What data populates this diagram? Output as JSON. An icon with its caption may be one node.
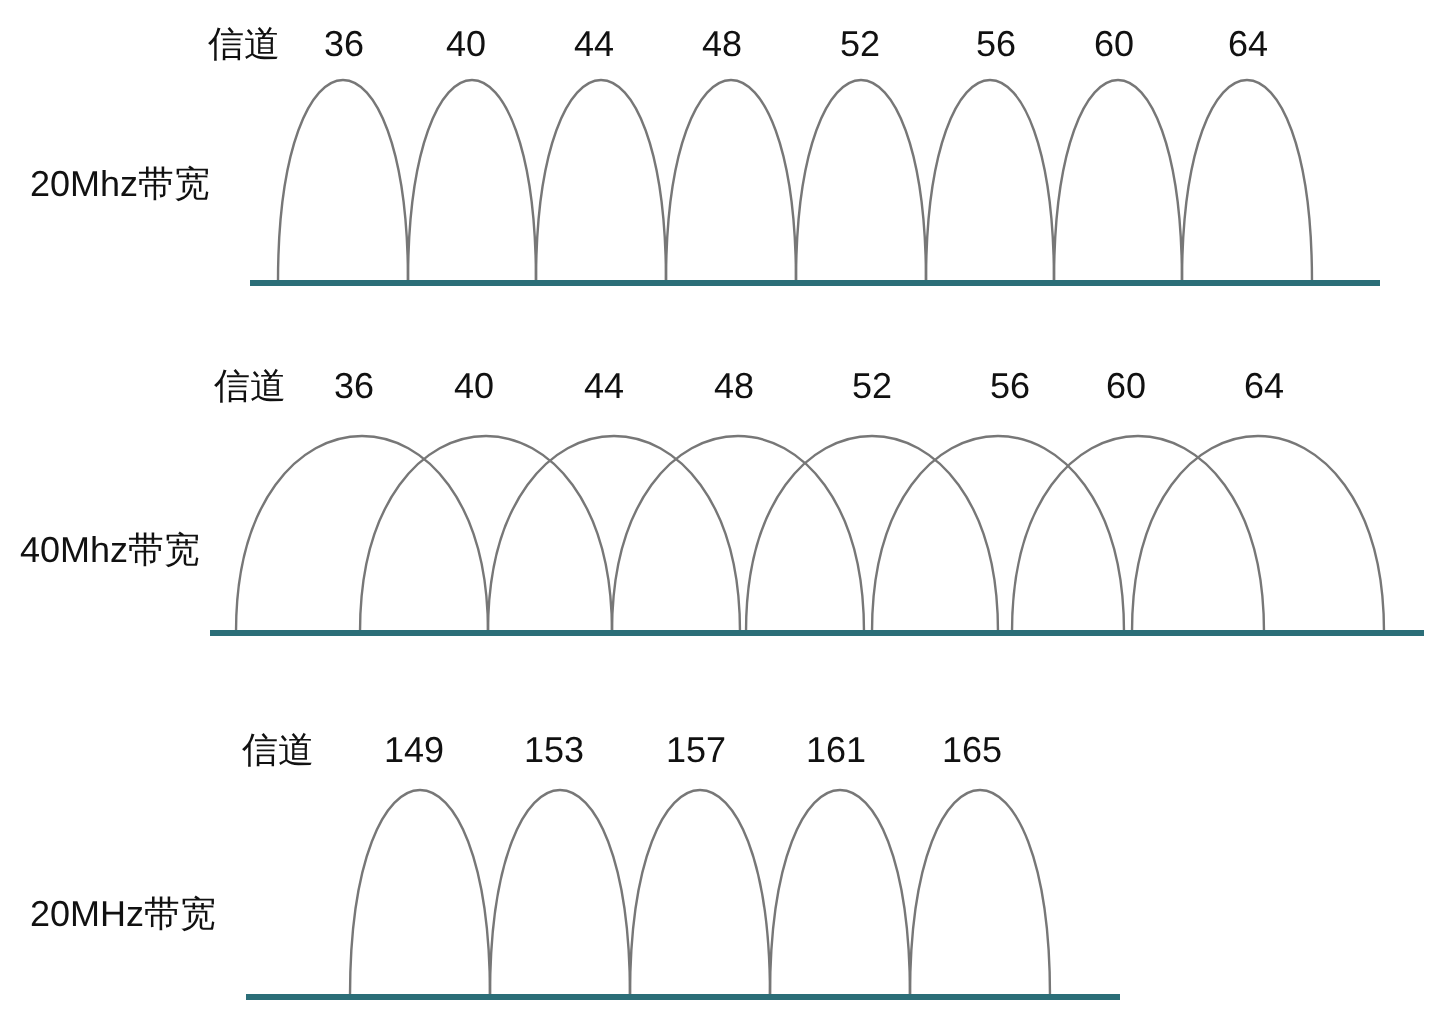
{
  "diagram": {
    "labels": [
      "信道",
      "36",
      "40",
      "44",
      "48",
      "52",
      "56",
      "60",
      "64",
      "20Mhz带宽",
      "信道",
      "36",
      "40",
      "44",
      "48",
      "52",
      "56",
      "60",
      "64",
      "40Mhz带宽",
      "信道",
      "149",
      "153",
      "157",
      "161",
      "165",
      "20MHz带宽"
    ]
  }
}
